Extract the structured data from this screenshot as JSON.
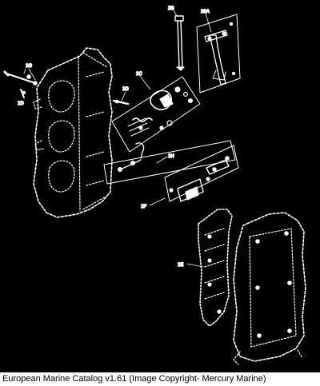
{
  "diagram": {
    "callouts": {
      "c_2B": "2B",
      "c_28A": "28A",
      "c_1G": "1G",
      "c_1D_left": "1D",
      "c_1D_right": "1D",
      "c_1C": "1C",
      "c_1H": "1H",
      "c_1F": "1F",
      "c_1E": "1E"
    }
  },
  "caption": "European Marine Catalog v1.61 (Image Copyright- Mercury Marine)",
  "colors": {
    "background": "#000000",
    "linework": "#ffffff",
    "caption_bar": "#ffffff",
    "caption_text": "#000000"
  }
}
